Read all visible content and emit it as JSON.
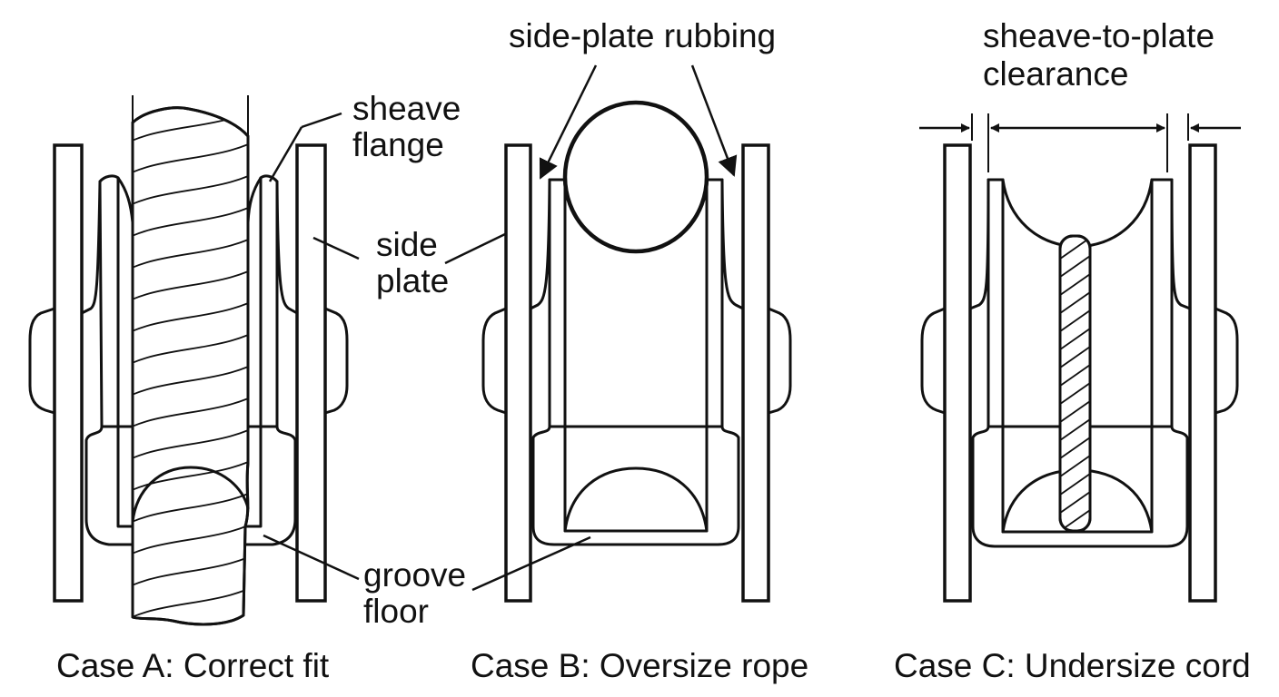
{
  "labels": {
    "sheave_flange": [
      "sheave",
      "flange"
    ],
    "side_plate": [
      "side",
      "plate"
    ],
    "groove_floor": [
      "groove",
      "floor"
    ],
    "side_plate_rubbing": "side-plate rubbing",
    "sheave_to_plate_clearance": [
      "sheave-to-plate",
      "clearance"
    ]
  },
  "captions": {
    "case_a": "Case A: Correct fit",
    "case_b": "Case B: Oversize rope",
    "case_c": "Case C: Undersize cord"
  }
}
